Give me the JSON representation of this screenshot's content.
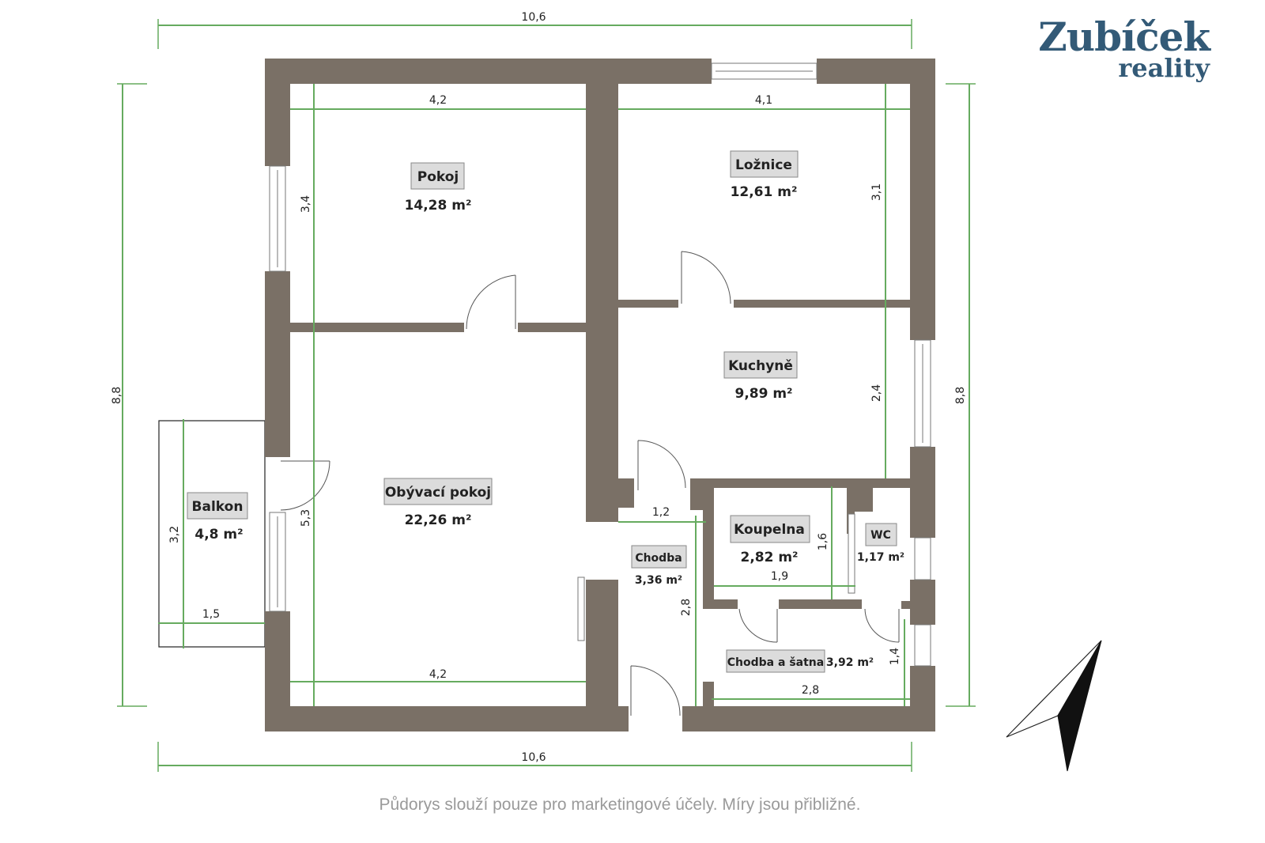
{
  "logo": {
    "name": "Zubíček",
    "sub": "reality",
    "color": "#335a77"
  },
  "footer": "Půdorys slouží pouze pro marketingové účely. Míry jsou přibližné.",
  "colors": {
    "wall": "#7a7066",
    "dimension": "#66ab5f",
    "label_bg": "#dcdcdc"
  },
  "rooms": [
    {
      "name": "Pokoj",
      "area": "14,28 m²"
    },
    {
      "name": "Ložnice",
      "area": "12,61 m²"
    },
    {
      "name": "Kuchyně",
      "area": "9,89 m²"
    },
    {
      "name": "Obývací pokoj",
      "area": "22,26 m²"
    },
    {
      "name": "Balkon",
      "area": "4,8 m²"
    },
    {
      "name": "Koupelna",
      "area": "2,82 m²"
    },
    {
      "name": "WC",
      "area": "1,17 m²"
    },
    {
      "name": "Chodba",
      "area": "3,36 m²"
    },
    {
      "name": "Chodba a šatna",
      "area": "3,92 m²"
    }
  ],
  "dimensions": {
    "overall_top": "10,6",
    "overall_bottom": "10,6",
    "overall_left": "8,8",
    "overall_right": "8,8",
    "pokoj_w": "4,2",
    "pokoj_h": "3,4",
    "obyvaci_h": "5,3",
    "obyvaci_w": "4,2",
    "loznice_w": "4,1",
    "loznice_h": "3,1",
    "kuchyne_h": "2,4",
    "balkon_h": "3,2",
    "balkon_w": "1,5",
    "chodba_w": "1,2",
    "chodba_h": "2,8",
    "koupelna_h": "1,6",
    "koupelna_w": "1,9",
    "satna_h": "1,4",
    "satna_w": "2,8"
  },
  "compass": "north-arrow-icon"
}
